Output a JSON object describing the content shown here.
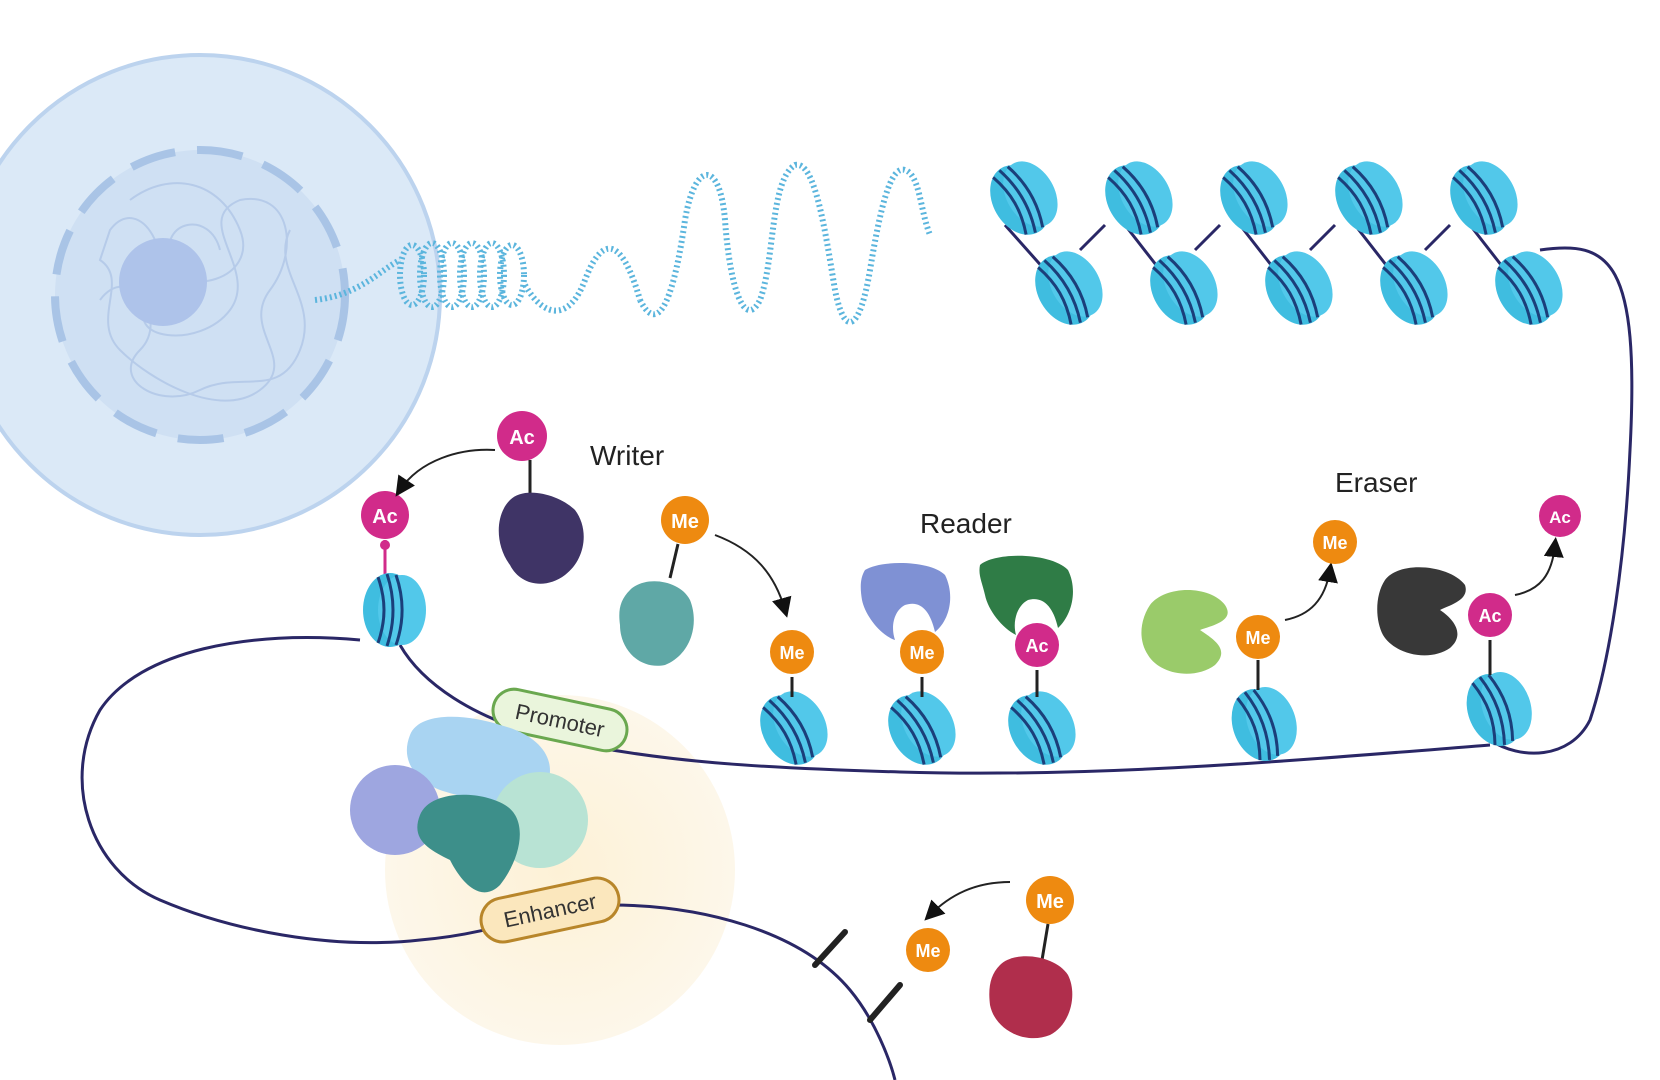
{
  "labels": {
    "writer": "Writer",
    "reader": "Reader",
    "eraser": "Eraser",
    "promoter": "Promoter",
    "enhancer": "Enhancer"
  },
  "marks": {
    "acetyl": "Ac",
    "methyl": "Me"
  },
  "colors": {
    "cell": "#dbe9f7",
    "nucleus_outline": "#a9c4e6",
    "nucleolus": "#aec3ea",
    "nucleosome": "#3fbde0",
    "nucleosome_dark": "#1f88b8",
    "dna_strand": "#2a2766",
    "acetyl_badge": "#d12b8a",
    "methyl_badge": "#ee8a10",
    "promoter_fill": "#eaf5dc",
    "promoter_stroke": "#6aa84f",
    "enhancer_fill": "#fbe7bd",
    "enhancer_stroke": "#b8862a",
    "enhancer_halo": "#fdf4e1"
  },
  "icons": [
    "cell-icon",
    "nucleus-icon",
    "chromatin-fiber-icon",
    "nucleosome-icon",
    "protein-complex-icon",
    "arrow-icon"
  ]
}
